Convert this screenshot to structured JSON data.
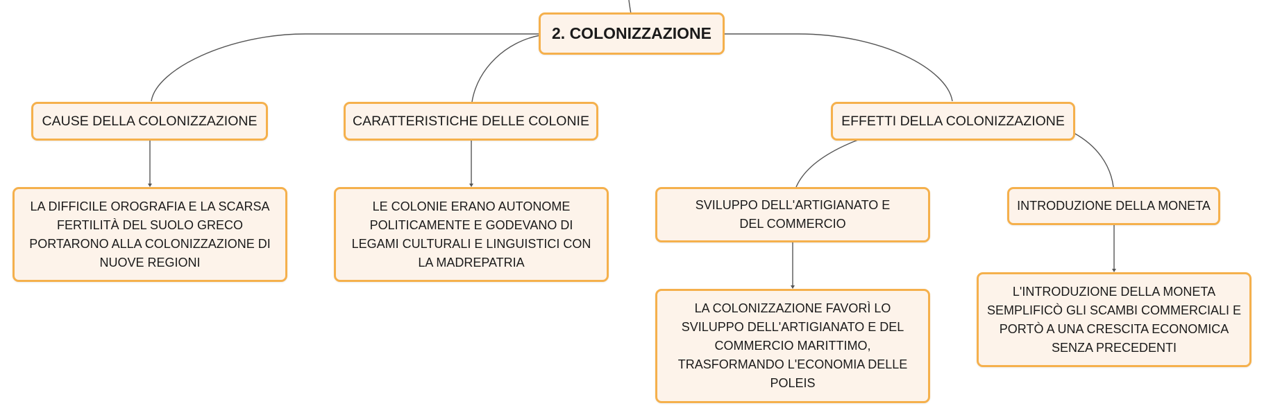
{
  "diagram": {
    "root": {
      "label": "2. COLONIZZAZIONE"
    },
    "branches": [
      {
        "label": "CAUSE DELLA COLONIZZAZIONE",
        "children": [
          {
            "label": "LA DIFFICILE OROGRAFIA E LA SCARSA FERTILITÀ DEL SUOLO GRECO PORTARONO ALLA COLONIZZAZIONE DI NUOVE REGIONI"
          }
        ]
      },
      {
        "label": "CARATTERISTICHE DELLE COLONIE",
        "children": [
          {
            "label": "LE COLONIE ERANO AUTONOME POLITICAMENTE E GODEVANO DI LEGAMI CULTURALI E LINGUISTICI CON LA MADREPATRIA"
          }
        ]
      },
      {
        "label": "EFFETTI DELLA COLONIZZAZIONE",
        "children": [
          {
            "label": "SVILUPPO DELL'ARTIGIANATO E DEL COMMERCIO",
            "children": [
              {
                "label": "LA COLONIZZAZIONE FAVORÌ LO SVILUPPO DELL'ARTIGIANATO E DEL COMMERCIO MARITTIMO, TRASFORMANDO L'ECONOMIA DELLE POLEIS"
              }
            ]
          },
          {
            "label": "INTRODUZIONE DELLA MONETA",
            "children": [
              {
                "label": "L'INTRODUZIONE DELLA MONETA SEMPLIFICÒ GLI SCAMBI COMMERCIALI E PORTÒ A UNA CRESCITA ECONOMICA SENZA PRECEDENTI"
              }
            ]
          }
        ]
      }
    ]
  },
  "colors": {
    "node_fill": "#fdf3ea",
    "node_border": "#f5b04c",
    "connector": "#555555",
    "text": "#1a1a1a"
  }
}
